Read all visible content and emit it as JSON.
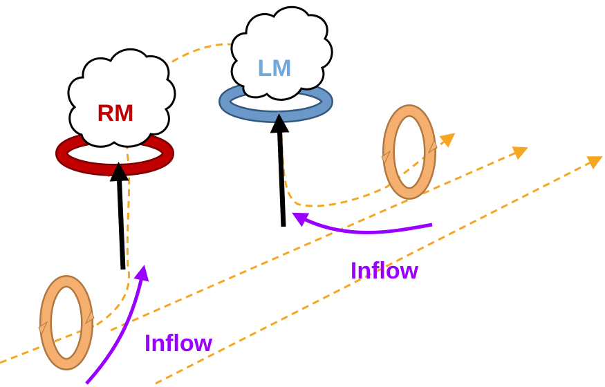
{
  "labels": {
    "rm": "RM",
    "lm": "LM",
    "inflow_left": "Inflow",
    "inflow_right": "Inflow"
  },
  "colors": {
    "rm_text": "#c00000",
    "lm_text": "#6fa8dc",
    "rm_ring": "#c00000",
    "lm_ring": "#5b86b8",
    "inflow": "#9a00ff",
    "streamline": "#f5a623",
    "vortex_ring": "#f0b070",
    "updraft_arrow": "#000000"
  }
}
